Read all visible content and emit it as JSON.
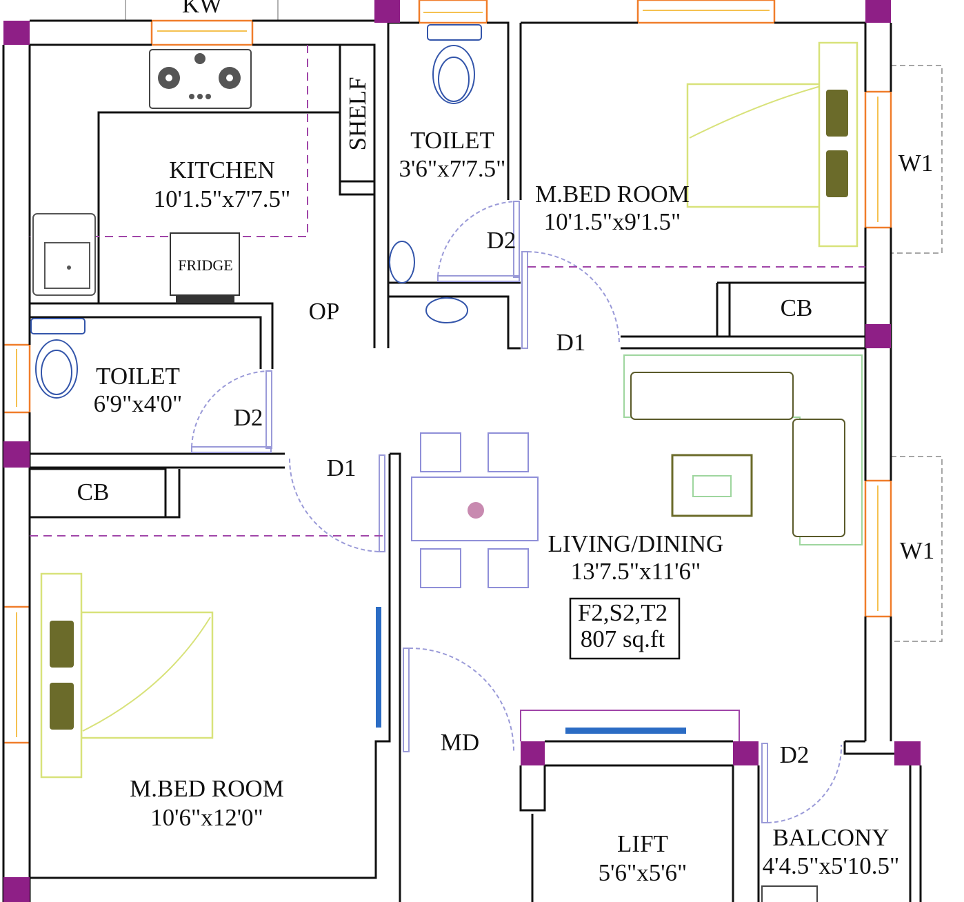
{
  "title": "Floor plan F2,S2,T2",
  "area_box": {
    "units": "F2,S2,T2",
    "area": "807 sq.ft"
  },
  "rooms": {
    "kitchen": {
      "name": "KITCHEN",
      "dims": "10'1.5\"x7'7.5\""
    },
    "toilet_top": {
      "name": "TOILET",
      "dims": "3'6\"x7'7.5\""
    },
    "mbed_top": {
      "name": "M.BED ROOM",
      "dims": "10'1.5\"x9'1.5\""
    },
    "toilet_left": {
      "name": "TOILET",
      "dims": "6'9\"x4'0\""
    },
    "living": {
      "name": "LIVING/DINING",
      "dims": "13'7.5\"x11'6\""
    },
    "mbed_bottom": {
      "name": "M.BED ROOM",
      "dims": "10'6\"x12'0\""
    },
    "lift": {
      "name": "LIFT",
      "dims": "5'6\"x5'6\""
    },
    "balcony": {
      "name": "BALCONY",
      "dims": "4'4.5\"x5'10.5\""
    }
  },
  "labels": {
    "kw": "KW",
    "shelf": "SHELF",
    "fridge": "FRIDGE",
    "op": "OP",
    "cb_top": "CB",
    "cb_left": "CB",
    "md": "MD",
    "w1_top": "W1",
    "w1_bottom": "W1",
    "d2_toilet_top": "D2",
    "d1_mbed_top": "D1",
    "d2_toilet_left": "D2",
    "d1_mbed_bottom": "D1",
    "d2_balcony": "D2"
  },
  "colors": {
    "column": "#8e1f86",
    "window": "#f07d2a",
    "door": "#9a9ad8",
    "wall": "#111111"
  }
}
